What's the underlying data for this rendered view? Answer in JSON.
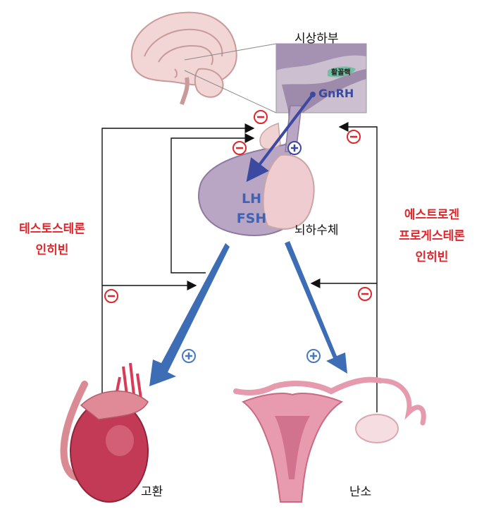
{
  "labels": {
    "hypothalamus": "시상하부",
    "nucleus": "활꼴핵",
    "gnrh": "GnRH",
    "lh": "LH",
    "fsh": "FSH",
    "pituitary": "뇌하수체",
    "testis": "고환",
    "ovary": "난소"
  },
  "left_inhibin": [
    "테스토스테론",
    "인히빈"
  ],
  "right_hormones": [
    "에스트로겐",
    "프로게스테론",
    "인히빈"
  ],
  "colors": {
    "inhibit": "#e0262b",
    "stimulate": "#4a78c0",
    "arrow_blue": "#3d6db5",
    "gnrh_arrow": "#3b4aa0",
    "brain": "#f2d6d6",
    "pituitary": "#c4b3cc",
    "testis": "#c23a55",
    "uterus": "#e69aad"
  },
  "icons": {
    "inhibit_symbol": "minus-circle-icon",
    "stimulate_symbol": "plus-circle-icon"
  }
}
